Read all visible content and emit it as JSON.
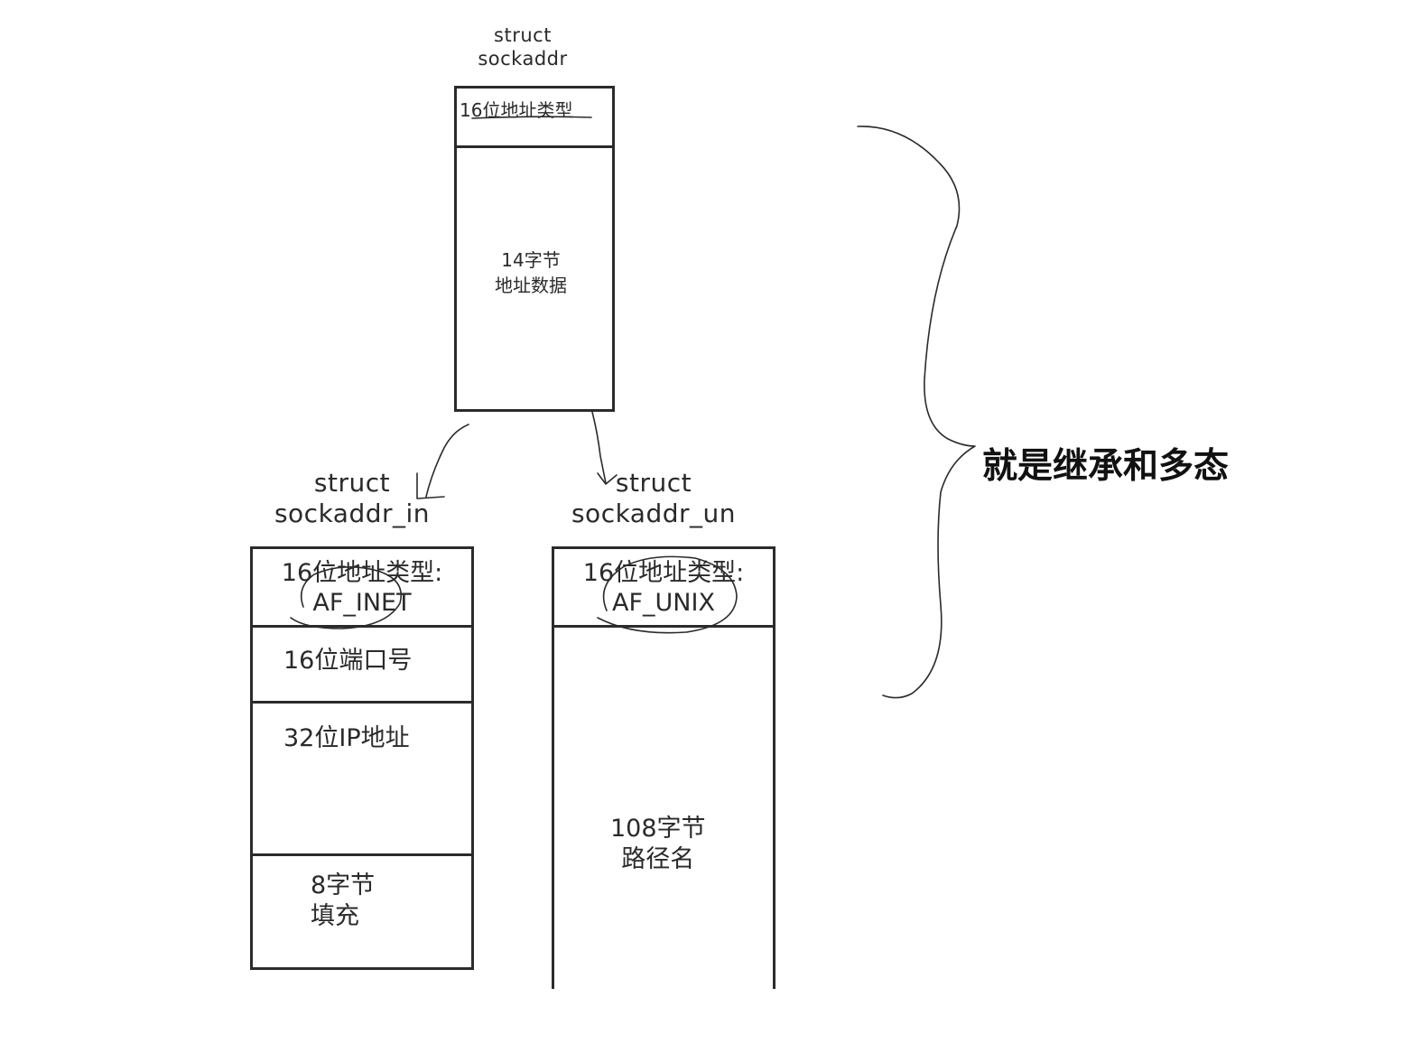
{
  "sockaddr": {
    "title_line1": "struct",
    "title_line2": "sockaddr",
    "field_type": "16位地址类型",
    "data_line1": "14字节",
    "data_line2": "地址数据"
  },
  "sockaddr_in": {
    "title_line1": "struct",
    "title_line2": "sockaddr_in",
    "field_type_line1": "16位地址类型:",
    "field_type_line2": "AF_INET",
    "port": "16位端口号",
    "ip": "32位IP地址",
    "pad_line1": "8字节",
    "pad_line2": "填充"
  },
  "sockaddr_un": {
    "title_line1": "struct",
    "title_line2": "sockaddr_un",
    "field_type_line1": "16位地址类型:",
    "field_type_line2": "AF_UNIX",
    "path_line1": "108字节",
    "path_line2": "路径名"
  },
  "annotation": "就是继承和多态",
  "colors": {
    "stroke": "#2b2b2b",
    "text": "#2a2a2a"
  }
}
